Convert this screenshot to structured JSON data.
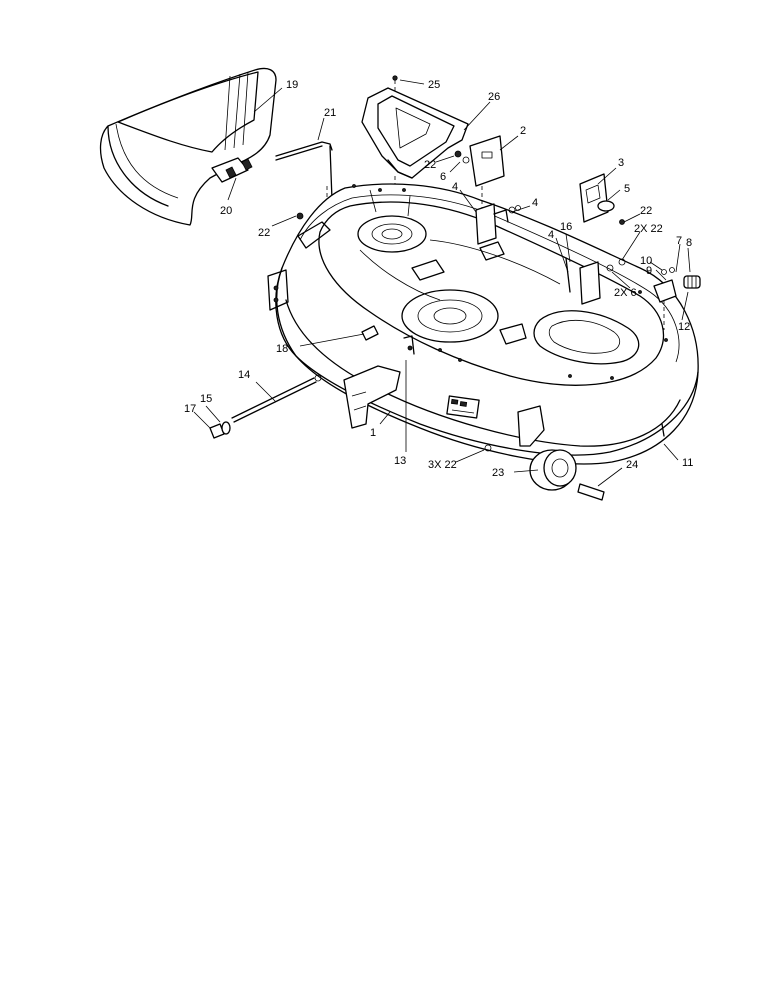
{
  "diagram": {
    "callouts": {
      "c1": "1",
      "c2": "2",
      "c3": "3",
      "c4a": "4",
      "c4b": "4",
      "c4c": "4",
      "c5": "5",
      "c6": "6",
      "c7": "7",
      "c8": "8",
      "c9": "9",
      "c10": "10",
      "c11": "11",
      "c12": "12",
      "c13": "13",
      "c14": "14",
      "c15": "15",
      "c16": "16",
      "c17": "17",
      "c18": "18",
      "c19": "19",
      "c20": "20",
      "c21": "21",
      "c22a": "22",
      "c22b": "22",
      "c22c": "22",
      "c2x22": "2X 22",
      "c2x6": "2X 6",
      "c3x22": "3X 22",
      "c23": "23",
      "c24": "24",
      "c25": "25",
      "c26": "26"
    }
  }
}
